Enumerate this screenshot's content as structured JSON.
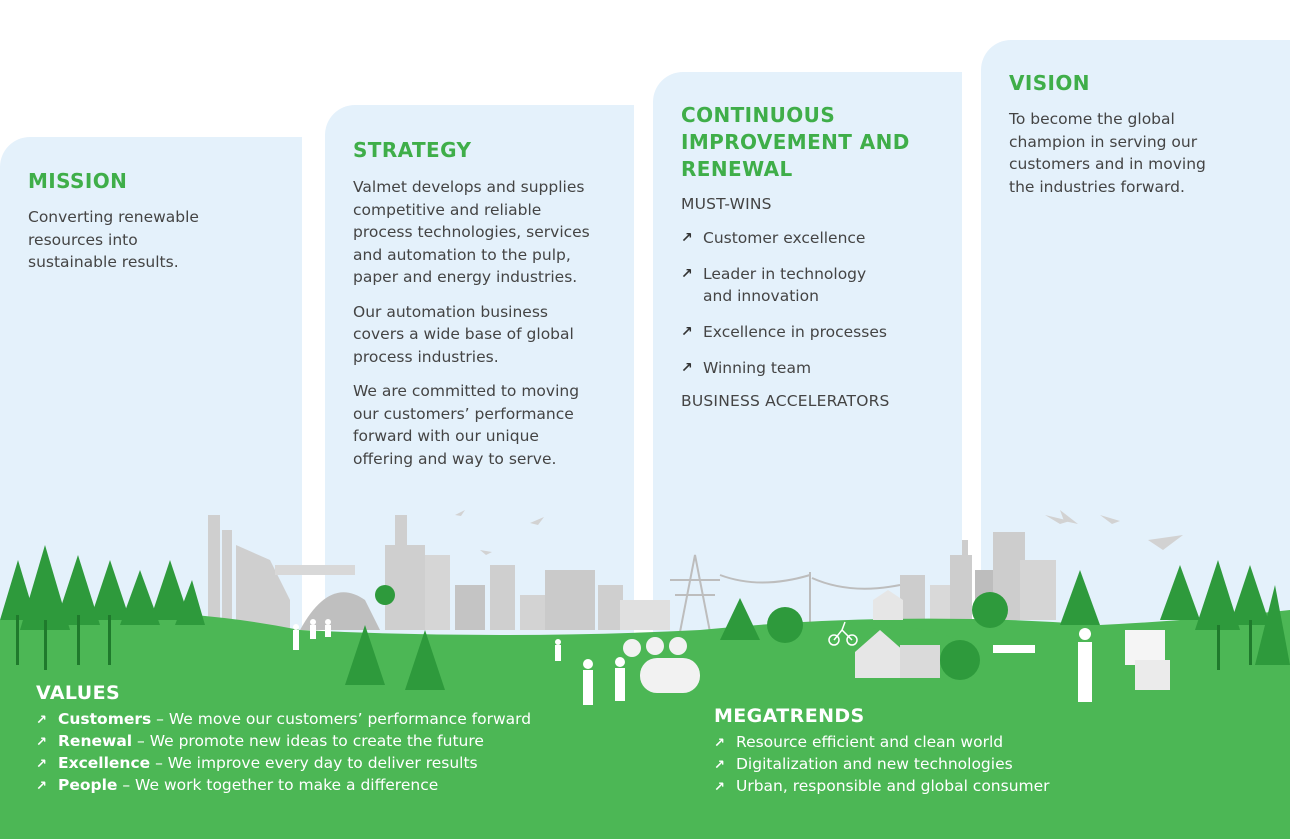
{
  "mission": {
    "title": "MISSION",
    "lines": [
      "Converting renewable",
      "resources into",
      "sustainable results."
    ]
  },
  "strategy": {
    "title": "STRATEGY",
    "paragraphs": [
      [
        "Valmet develops and supplies",
        "competitive and reliable",
        "process technologies, services",
        "and automation to the pulp,",
        "paper and energy industries."
      ],
      [
        "Our automation business",
        "covers a wide base of global",
        "process industries."
      ],
      [
        "We are committed to moving",
        "our customers’ performance",
        "forward with our unique",
        "offering and way to serve."
      ]
    ]
  },
  "continuous": {
    "title_lines": [
      "CONTINUOUS",
      "IMPROVEMENT AND",
      "RENEWAL"
    ],
    "must_wins_label": "MUST-WINS",
    "must_wins": [
      [
        "Customer excellence"
      ],
      [
        "Leader in technology",
        "and innovation"
      ],
      [
        "Excellence in processes"
      ],
      [
        "Winning team"
      ]
    ],
    "business_accelerators_label": "BUSINESS ACCELERATORS"
  },
  "vision": {
    "title": "VISION",
    "lines": [
      "To become the global",
      "champion in serving our",
      "customers and in moving",
      "the industries forward."
    ]
  },
  "values": {
    "title": "VALUES",
    "items": [
      {
        "name": "Customers",
        "text": " – We move our customers’ performance forward"
      },
      {
        "name": "Renewal",
        "text": " – We promote new ideas to create the future"
      },
      {
        "name": "Excellence",
        "text": " – We improve every day to deliver results"
      },
      {
        "name": "People",
        "text": " – We work together to make a difference"
      }
    ]
  },
  "megatrends": {
    "title": "MEGATRENDS",
    "items": [
      "Resource efficient and clean world",
      "Digitalization and new technologies",
      "Urban, responsible and global consumer"
    ]
  },
  "icons": {
    "bullet": "arrow-up-right-icon"
  },
  "colors": {
    "accent_green": "#3fae49",
    "panel_blue": "#e4f1fb",
    "grass_green": "#4cb755",
    "tree_dark": "#2e9a3c",
    "building_gray": "#c9c9c9"
  }
}
